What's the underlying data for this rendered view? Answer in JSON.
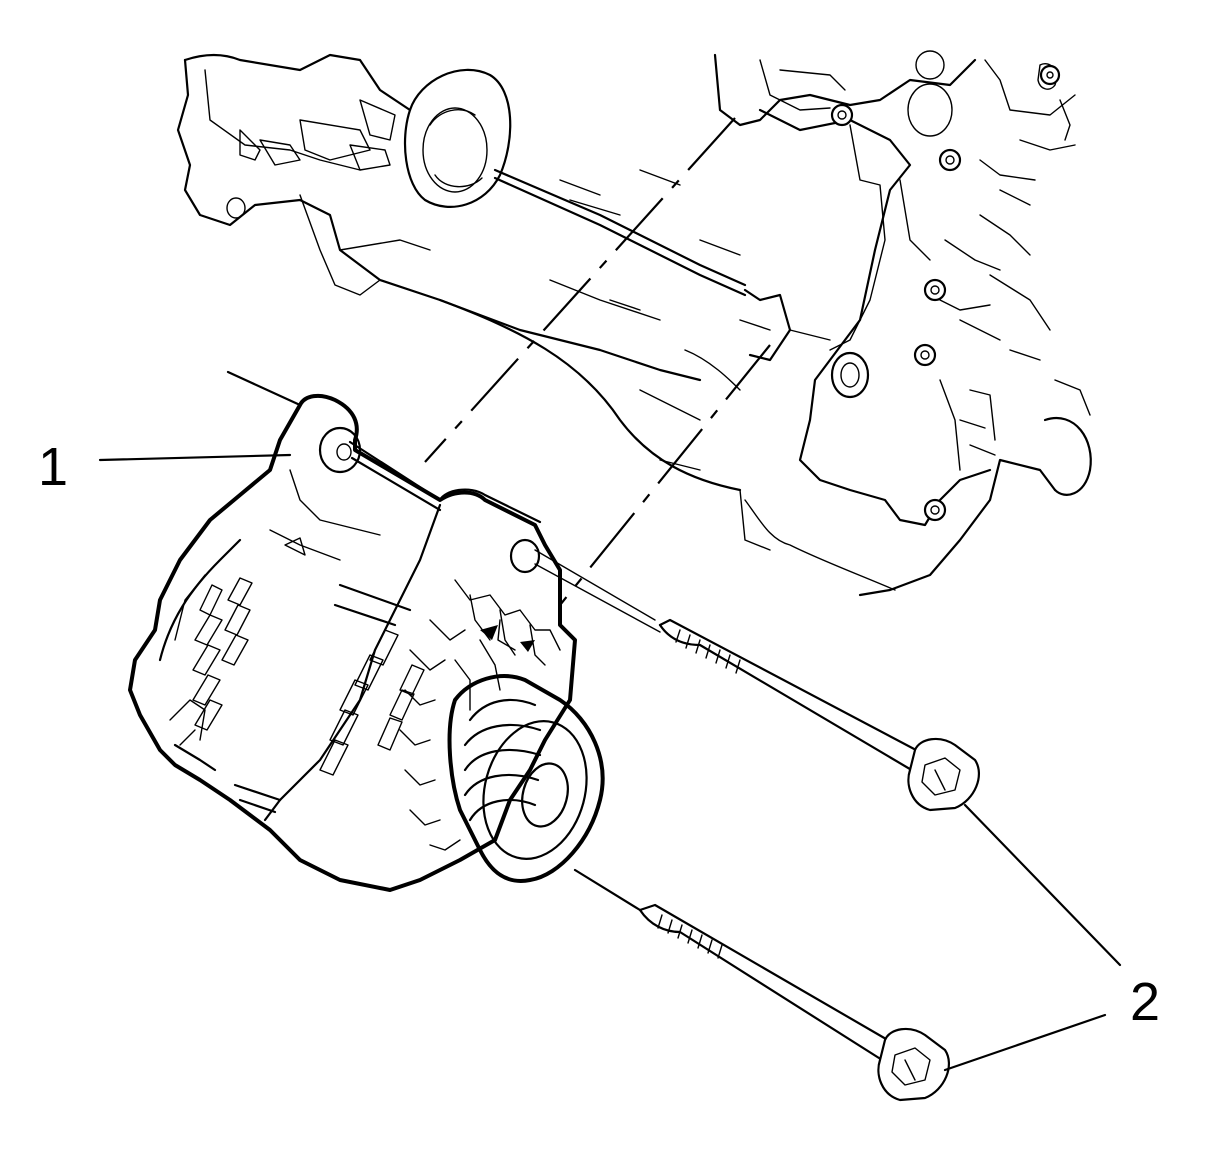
{
  "callouts": [
    {
      "label": "1",
      "part": "alternator"
    },
    {
      "label": "2",
      "part": "alternator-mounting-bolts"
    }
  ],
  "colors": {
    "line": "#000000",
    "background": "#ffffff"
  }
}
